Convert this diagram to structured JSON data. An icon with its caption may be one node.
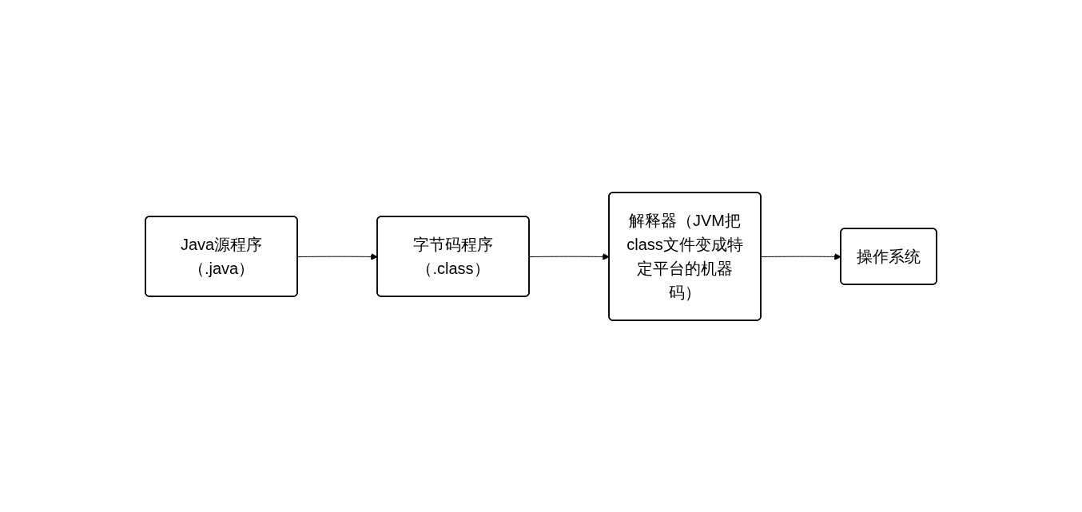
{
  "diagram": {
    "nodes": [
      {
        "text": [
          "Java源程序（.java）"
        ]
      },
      {
        "text": [
          "字节码程序（.class）"
        ]
      },
      {
        "text": [
          "解释器（JVM把class文件变成特定平台的机器码）"
        ]
      },
      {
        "text": [
          "操作系统"
        ]
      }
    ],
    "edges": [
      {
        "from": 0,
        "to": 1,
        "arrow": "to"
      },
      {
        "from": 1,
        "to": 2,
        "arrow": "to"
      },
      {
        "from": 2,
        "to": 3,
        "arrow": "to"
      }
    ]
  }
}
